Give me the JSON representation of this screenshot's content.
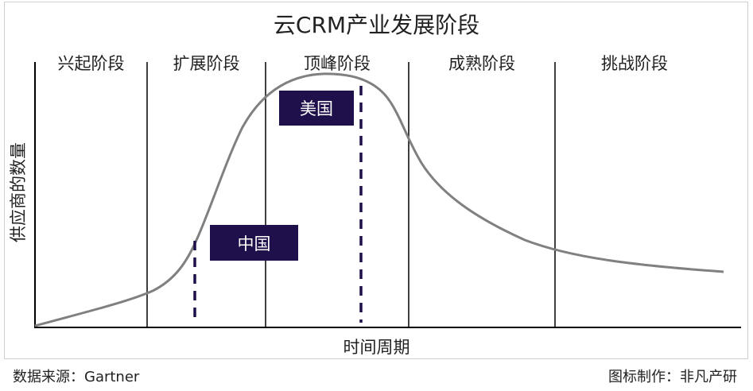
{
  "title": "云CRM产业发展阶段",
  "stages": [
    {
      "label": "兴起阶段"
    },
    {
      "label": "扩展阶段"
    },
    {
      "label": "顶峰阶段"
    },
    {
      "label": "成熟阶段"
    },
    {
      "label": "挑战阶段"
    }
  ],
  "countries": {
    "usa": "美国",
    "china": "中国"
  },
  "x_axis_label": "时间周期",
  "y_axis_label": "供应商的数量",
  "source": "数据来源：Gartner",
  "credit": "图标制作：非凡产研",
  "colors": {
    "curve": "#808080",
    "country_box": "#1f0f4a",
    "dashed_marker": "#1f0f4a",
    "stage_divider": "#000000"
  }
}
